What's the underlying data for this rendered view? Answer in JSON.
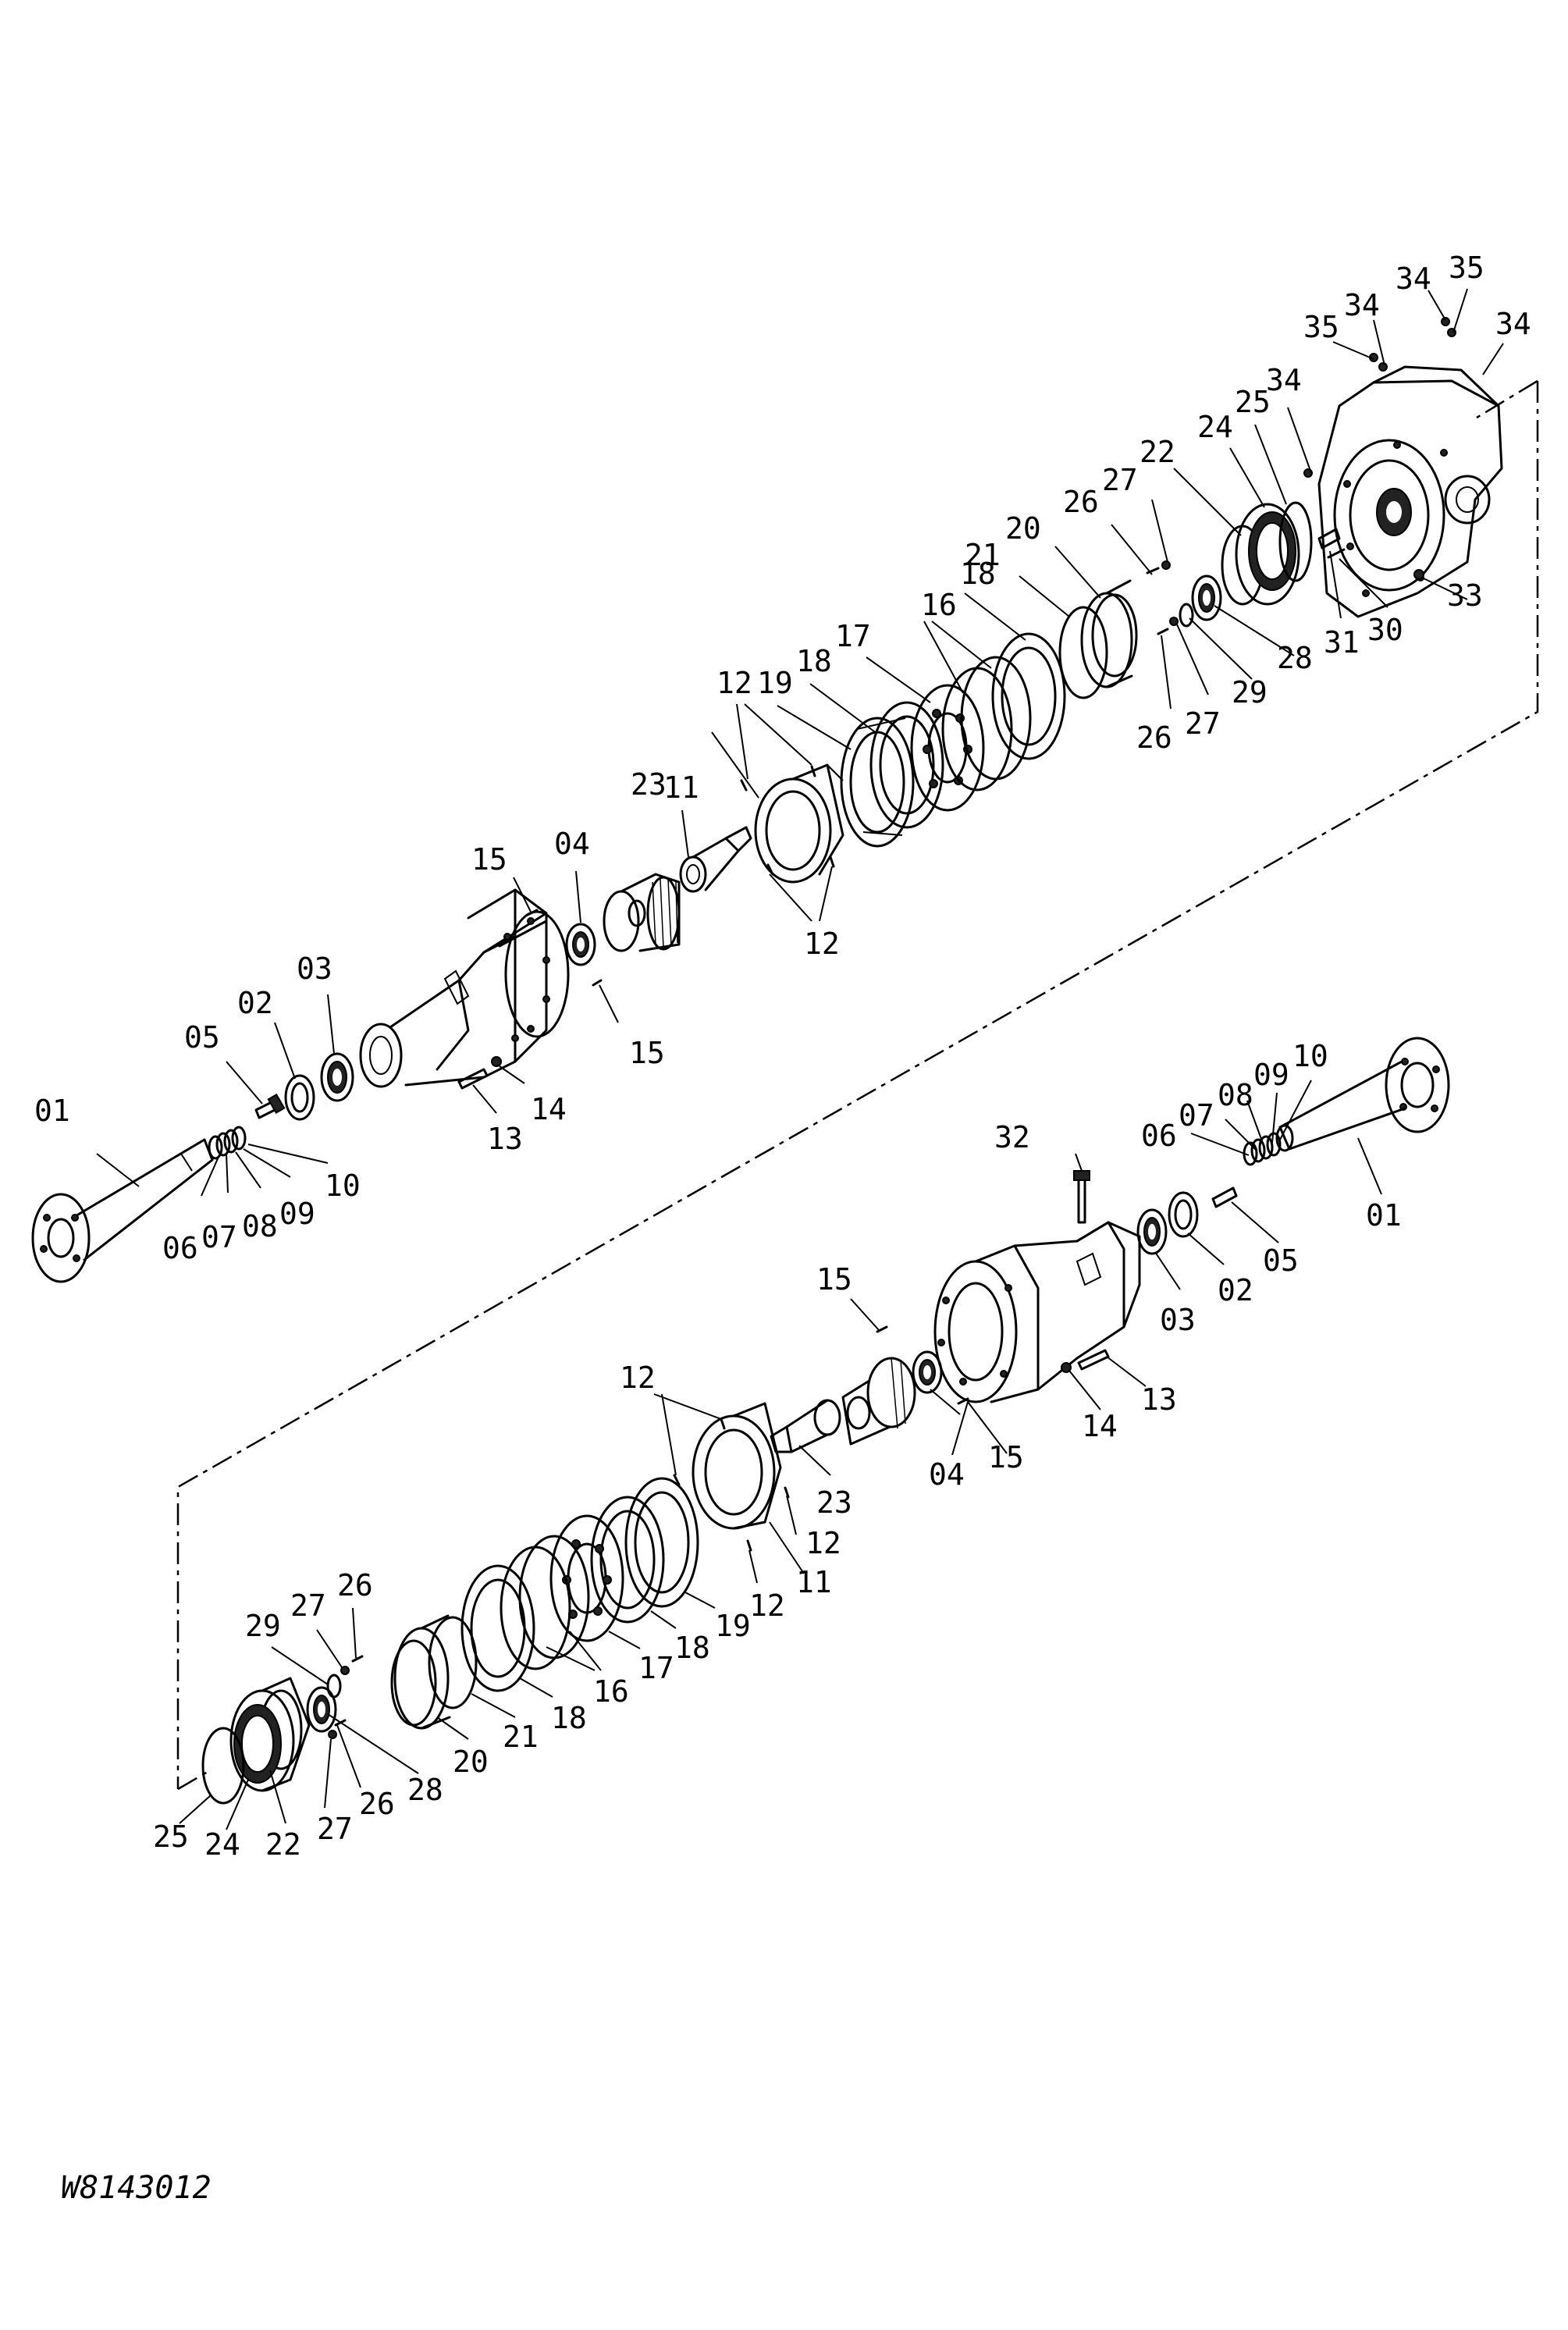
{
  "drawing_code": "W8143012",
  "callouts": {
    "upper": [
      "01",
      "02",
      "03",
      "04",
      "05",
      "06",
      "07",
      "08",
      "09",
      "10",
      "11",
      "12",
      "12",
      "13",
      "14",
      "15",
      "15",
      "16",
      "17",
      "18",
      "18",
      "19",
      "20",
      "21",
      "22",
      "23",
      "24",
      "25",
      "26",
      "26",
      "27",
      "27",
      "28",
      "29",
      "30",
      "31",
      "33",
      "34",
      "34",
      "34",
      "34",
      "35",
      "35"
    ],
    "lower": [
      "01",
      "02",
      "03",
      "04",
      "05",
      "06",
      "07",
      "08",
      "09",
      "10",
      "11",
      "12",
      "12",
      "12",
      "13",
      "14",
      "15",
      "15",
      "16",
      "17",
      "18",
      "18",
      "19",
      "20",
      "21",
      "22",
      "23",
      "24",
      "25",
      "26",
      "26",
      "27",
      "27",
      "28",
      "29",
      "32"
    ]
  }
}
